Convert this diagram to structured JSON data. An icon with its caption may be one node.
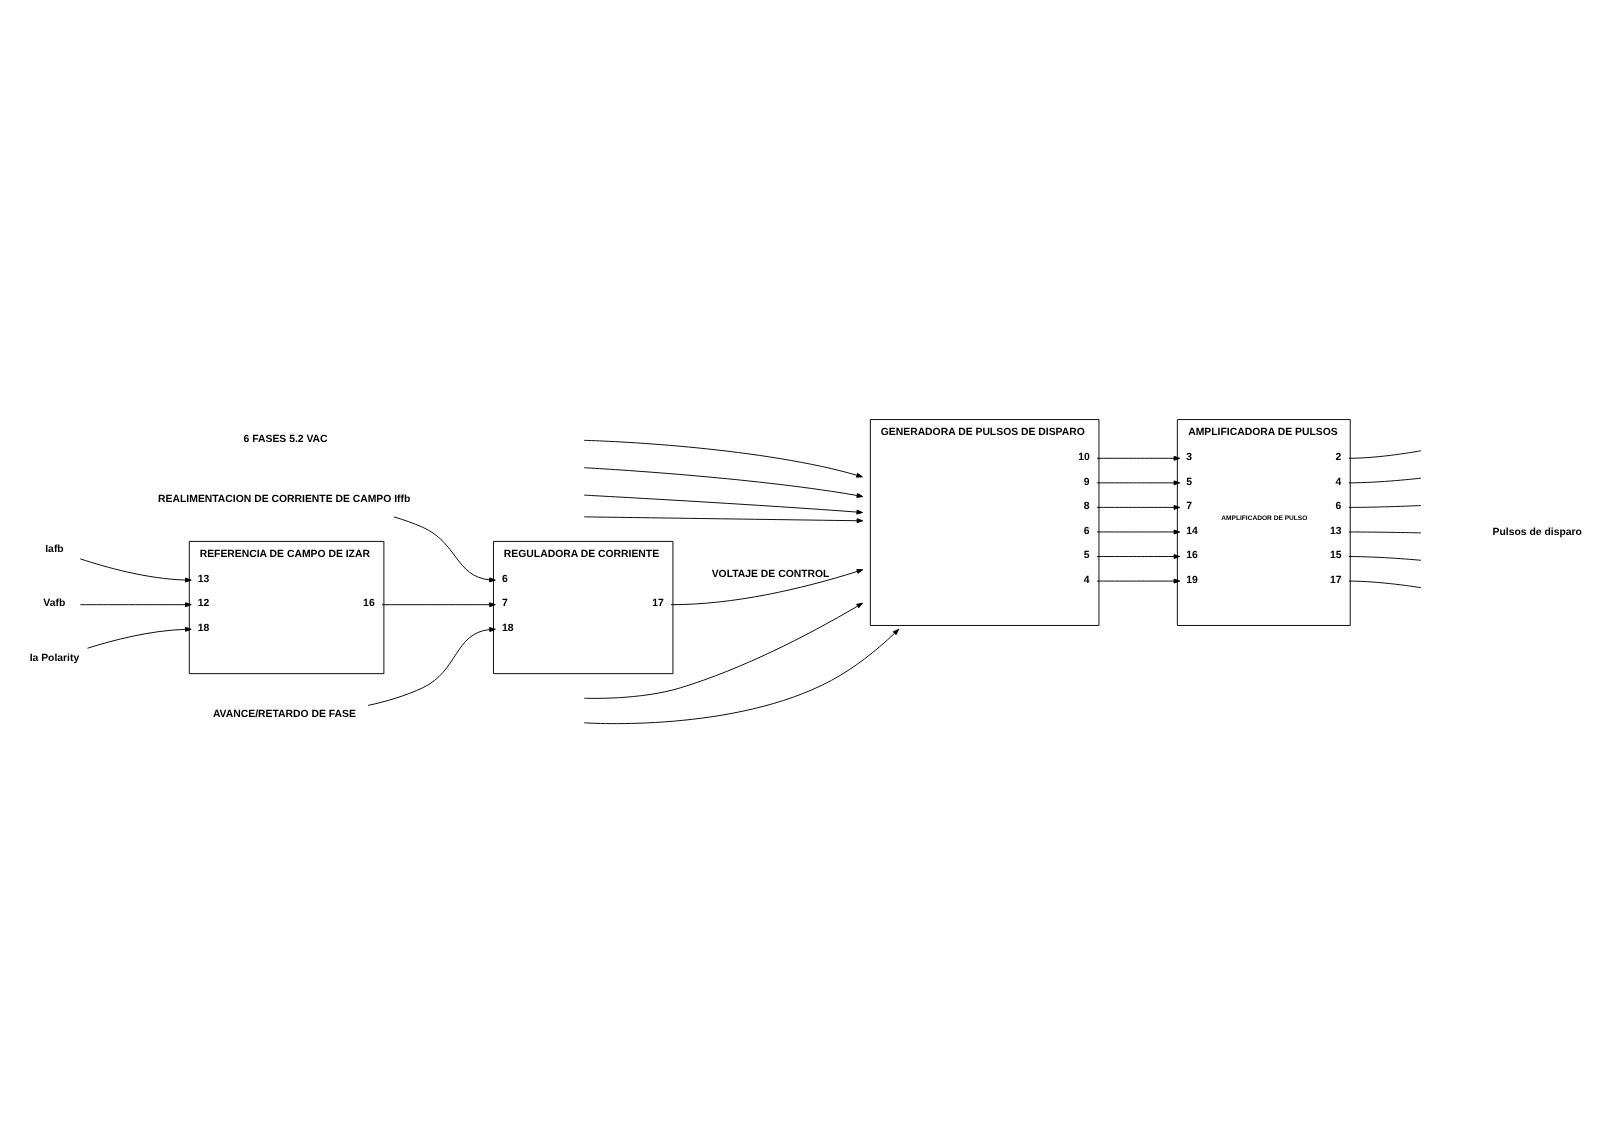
{
  "diagram": {
    "nodes": [
      {
        "text": [
          "REALIMENTACION DE CORRIENTE DE CAMPO Iffb"
        ]
      },
      {
        "text": [
          "Iafb"
        ]
      },
      {
        "text": [
          "Vafb"
        ]
      },
      {
        "text": [
          "Ia Polarity"
        ]
      },
      {
        "text": [
          "REFERENCIA DE CAMPO DE IZAR",
          "13",
          "12",
          "18",
          "16"
        ]
      },
      {
        "text": [
          "AVANCE/RETARDO DE FASE"
        ]
      },
      {
        "text": [
          "REGULADORA DE CORRIENTE",
          "6",
          "7",
          "18",
          "17"
        ]
      },
      {
        "text": [
          "GENERADORA DE PULSOS DE DISPARO",
          "10",
          "9",
          "8",
          "6",
          "5",
          "4"
        ]
      },
      {
        "text": [
          "AMPLIFICADORA DE PULSOS",
          "AMPLIFICADOR DE PULSO",
          "3",
          "5",
          "7",
          "14",
          "16",
          "19",
          "2",
          "4",
          "6",
          "13",
          "15",
          "17"
        ]
      }
    ],
    "edges": [
      {
        "from": 1,
        "to": 4,
        "arrow": "to"
      },
      {
        "from": 2,
        "to": 4,
        "arrow": "to"
      },
      {
        "from": 3,
        "to": 4,
        "arrow": "to"
      },
      {
        "from": 0,
        "to": 6,
        "arrow": "to"
      },
      {
        "from": 4,
        "to": 6,
        "arrow": "to"
      },
      {
        "from": 5,
        "to": 6,
        "arrow": "to"
      },
      {
        "from": 6,
        "to": 7,
        "arrow": "to",
        "label": "VOLTAJE DE CONTROL"
      },
      {
        "from": null,
        "to": 7,
        "arrow": "to"
      },
      {
        "from": null,
        "to": 7,
        "arrow": "to"
      },
      {
        "from": null,
        "to": 7,
        "arrow": "to"
      },
      {
        "from": null,
        "to": 7,
        "arrow": "to"
      },
      {
        "from": null,
        "to": 7,
        "arrow": "to"
      },
      {
        "from": null,
        "to": 7,
        "arrow": "to"
      },
      {
        "from": 7,
        "to": 8,
        "arrow": "to"
      },
      {
        "from": 7,
        "to": 8,
        "arrow": "to"
      },
      {
        "from": 7,
        "to": 8,
        "arrow": "to"
      },
      {
        "from": 7,
        "to": 8,
        "arrow": "to"
      },
      {
        "from": 7,
        "to": 8,
        "arrow": "to"
      },
      {
        "from": 7,
        "to": 8,
        "arrow": "to"
      },
      {
        "from": 8,
        "to": null,
        "arrow": "none"
      },
      {
        "from": 8,
        "to": null,
        "arrow": "none"
      },
      {
        "from": 8,
        "to": null,
        "arrow": "none"
      },
      {
        "from": 8,
        "to": null,
        "arrow": "none"
      },
      {
        "from": 8,
        "to": null,
        "arrow": "none"
      },
      {
        "from": 8,
        "to": null,
        "arrow": "none"
      }
    ],
    "labels": [
      "6 FASES 5.2 VAC",
      "Pulsos de disparo"
    ]
  }
}
